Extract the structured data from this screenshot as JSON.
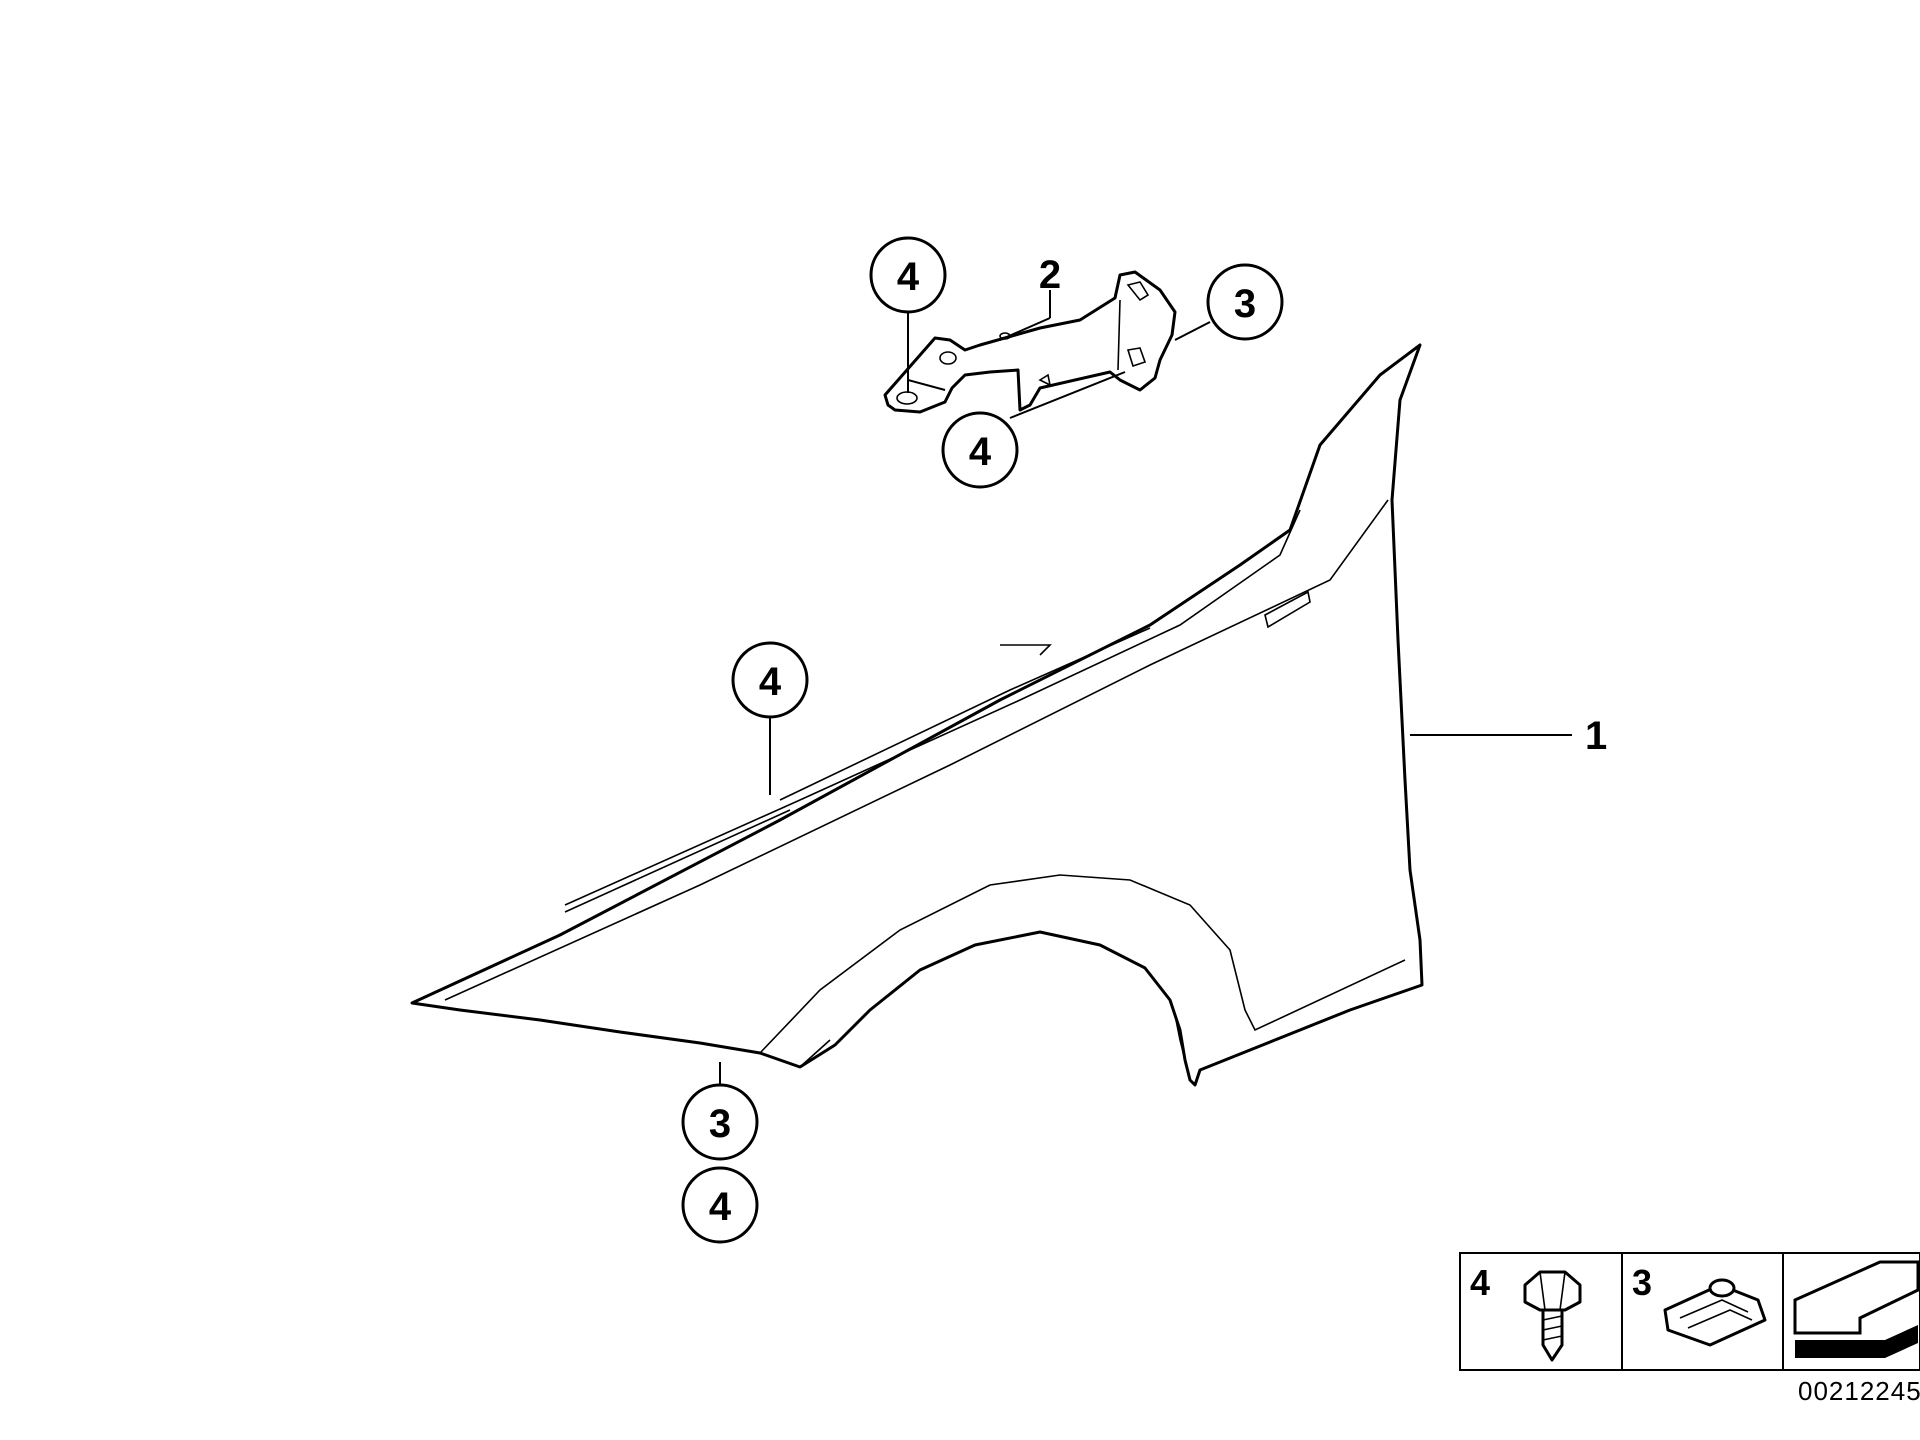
{
  "callouts": {
    "bracket_top_left": "4",
    "bracket_part": "2",
    "bracket_right": "3",
    "bracket_bottom": "4",
    "fender_top": "4",
    "fender_part": "1",
    "fender_bottom_a": "3",
    "fender_bottom_b": "4"
  },
  "legend": {
    "cell_1_number": "4",
    "cell_1_icon": "bolt-icon",
    "cell_2_number": "3",
    "cell_2_icon": "clip-nut-icon",
    "cell_3_icon": "arrow-left-icon"
  },
  "document_number": "00212245",
  "colors": {
    "line": "#000000",
    "background": "#ffffff"
  }
}
